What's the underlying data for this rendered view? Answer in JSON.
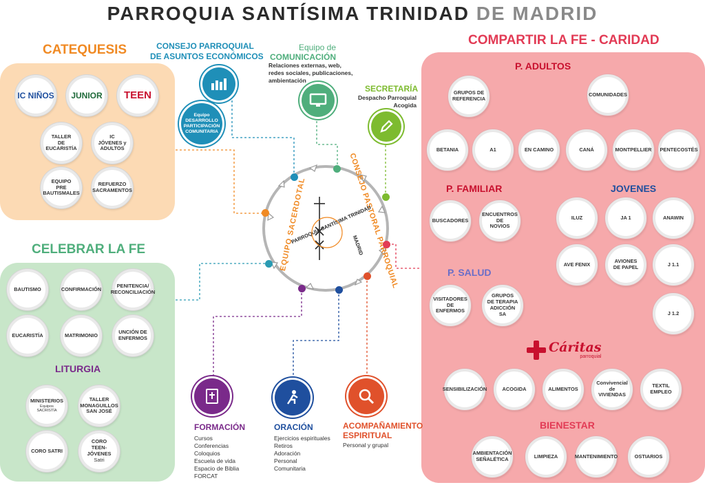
{
  "title": {
    "main": "PARROQUIA SANTÍSIMA TRINIDAD",
    "gray": "DE MADRID"
  },
  "catequesis": {
    "title": "CATEQUESIS",
    "brands": [
      "IC NIÑOS",
      "JUNIOR",
      "TEEN"
    ],
    "items": [
      "TALLER\nDE\nEUCARISTÍA",
      "IC\nJÓVENES y\nADULTOS",
      "EQUIPO\nPRE\nBAUTISMALES",
      "REFUERZO\nSACRAMENTOS"
    ]
  },
  "celebrar": {
    "title": "CELEBRAR LA FE",
    "items": [
      "BAUTISMO",
      "CONFIRMACIÓN",
      "PENITENCIA/\nRECONCILIACIÓN",
      "EUCARISTÍA",
      "MATRIMONIO",
      "UNCIÓN DE\nENFERMOS"
    ],
    "liturgia": "LITURGIA",
    "liturgia_items": [
      "MINISTERIOS",
      "TALLER\nMONAGUILLOS\nSAN JOSÉ",
      "CORO SATRI",
      "CORO\nTEEN-JÓVENES"
    ],
    "liturgia_notes": [
      "Equipos SACRISTÍA",
      "Satri"
    ]
  },
  "compartir": {
    "title": "COMPARTIR LA FE - CARIDAD",
    "adultos": "P. ADULTOS",
    "adultos_top": [
      "GRUPOS DE\nREFERENCIA",
      "COMUNIDADES"
    ],
    "adultos_items": [
      "BETANIA",
      "A1",
      "EN CAMINO",
      "CANÁ",
      "MONTPELLIER",
      "PENTECOSTÉS"
    ],
    "familiar": "P. FAMILIAR",
    "familiar_items": [
      "BUSCADORES",
      "ENCUENTROS\nDE\nNOVIOS"
    ],
    "salud": "P. SALUD",
    "salud_items": [
      "VISITADORES\nDE\nENFERMOS",
      "GRUPOS\nDE TERAPIA\nADICCIÓN\nSA"
    ],
    "jovenes": "JOVENES",
    "jovenes_items": [
      "ILUZ",
      "JA 1",
      "ANAWIN",
      "AVE FENIX",
      "AVIONES\nDE PAPEL",
      "J 1.1",
      "J 1.2"
    ],
    "caritas": "Cáritas",
    "caritas_sub": "parroquial",
    "caritas_items": [
      "SENSIBILIZACIÓN",
      "ACOGIDA",
      "ALIMENTOS",
      "Convivencial de\nVIVIENDAS",
      "TEXTIL EMPLEO"
    ],
    "bienestar": "BIENESTAR",
    "bienestar_items": [
      "AMBIENTACIÓN\nSEÑALÉTICA",
      "LIMPIEZA",
      "MANTENIMIENTO",
      "OSTIARIOS"
    ]
  },
  "consejo_economico": {
    "line1": "CONSEJO PARROQUIAL",
    "line2": "DE ASUNTOS ECONÓMICOS"
  },
  "equipo_desarrollo": "Equipo\nDESARROLLO\nPARTICIPACIÓN\nCOMUNITARIA",
  "comunicacion": {
    "line1": "Equipo de",
    "line2": "COMUNICACIÓN",
    "desc": "Relaciones externas, web,\nredes sociales, publicaciones,\nambientación"
  },
  "secretaria": {
    "title": "SECRETARÍA",
    "desc": "Despacho Parroquial\nAcogida"
  },
  "center": {
    "left": "EQUIPO SACERDOTAL",
    "right": "CONSEJO PASTORAL PARROQUIAL",
    "inner_top": "PARROQUIA SANTÍSIMA TRINIDAD",
    "inner_bottom": "MADRID"
  },
  "formacion": {
    "title": "FORMACIÓN",
    "items": "Cursos\nConferencias\nColoquios\nEscuela de vida\nEspacio de Biblia\nFORCAT"
  },
  "oracion": {
    "title": "ORACIÓN",
    "items": "Ejercicios espirituales\nRetiros\nAdoración\nPersonal\nComunitaria"
  },
  "acompanamiento": {
    "line1": "ACOMPAÑAMIENTO",
    "line2": "ESPIRITUAL",
    "desc": "Personal y grupal"
  },
  "colors": {
    "orange": "#f08a24",
    "green": "#4fae7c",
    "pink": "#e23b55",
    "teal": "#1f8fb8",
    "purple": "#7a2a8a",
    "blue": "#1f4f9e",
    "red": "#e0512b",
    "lime": "#7dbb2f"
  }
}
